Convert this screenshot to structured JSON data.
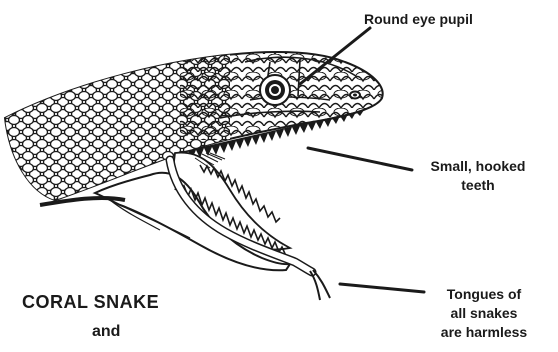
{
  "labels": {
    "eye": "Round eye pupil",
    "teeth": [
      "Small, hooked",
      "teeth"
    ],
    "tongue": [
      "Tongues of",
      "all snakes",
      "are harmless"
    ],
    "coral": "CORAL SNAKE",
    "and": "and"
  },
  "colors": {
    "ink": "#1a1a1a",
    "background": "#ffffff",
    "mouth": "#ffffff"
  }
}
